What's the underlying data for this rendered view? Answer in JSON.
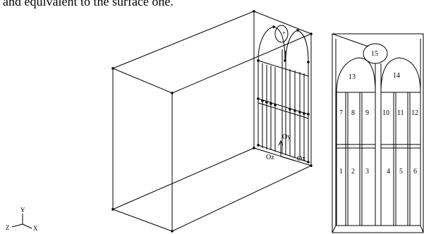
{
  "caption": "and equivalent to the surface one.",
  "axis_labels": {
    "y": "Y",
    "z": "Z",
    "x": "X"
  },
  "model_labels": {
    "oz": "Oz",
    "oy": "Oy",
    "ox": "Ox"
  },
  "panel_labels": [
    "1",
    "2",
    "3",
    "4",
    "5",
    "6",
    "7",
    "8",
    "9",
    "10",
    "11",
    "12",
    "13",
    "14",
    "15"
  ]
}
